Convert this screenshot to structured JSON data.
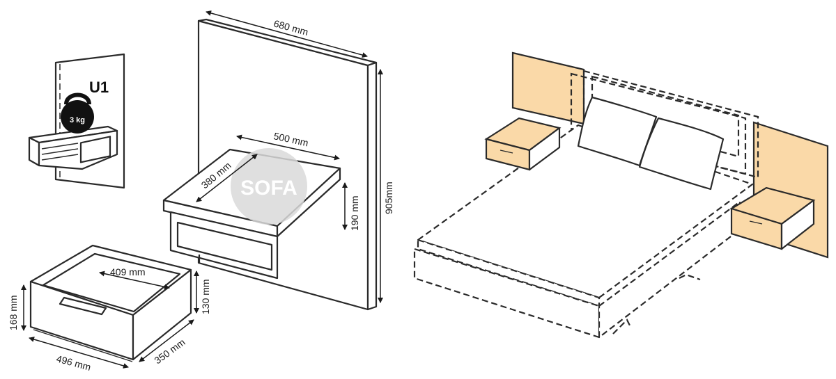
{
  "unit_label": "U1",
  "weight_limit": "3 kg",
  "watermark": "SOFA",
  "dimensions": {
    "panel_width": "680 mm",
    "panel_height": "905mm",
    "shelf_width": "500 mm",
    "shelf_depth": "380 mm",
    "shelf_height": "190 mm",
    "drawer_inner_width": "409 mm",
    "drawer_height": "130 mm",
    "drawer_front_height": "168 mm",
    "drawer_width": "496 mm",
    "drawer_depth": "350 mm"
  },
  "colors": {
    "wood_panel": "#fad9a8",
    "line": "#2a2a2a",
    "watermark_circle": "#d9d9d9"
  }
}
